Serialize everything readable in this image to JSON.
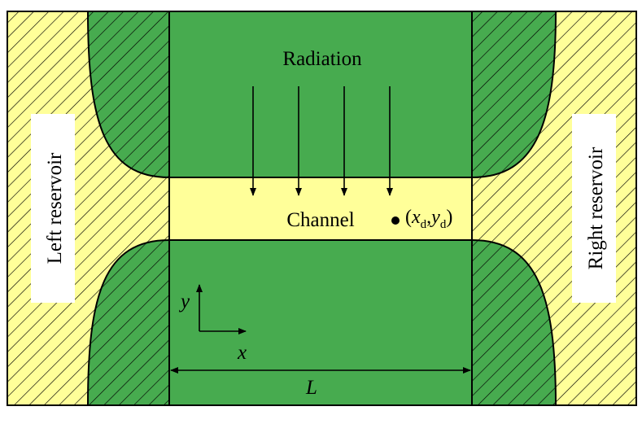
{
  "labels": {
    "radiation": "Radiation",
    "channel": "Channel",
    "left_reservoir": "Left reservoir",
    "right_reservoir": "Right reservoir",
    "detector_point": {
      "x": "x",
      "x_sub": "d",
      "y": "y",
      "y_sub": "d"
    },
    "axis_x": "x",
    "axis_y": "y",
    "length": "L"
  },
  "colors": {
    "green": "#47ab4f",
    "yellow": "#ffff99",
    "outline": "#000000"
  },
  "radiation_arrow_count": 4
}
